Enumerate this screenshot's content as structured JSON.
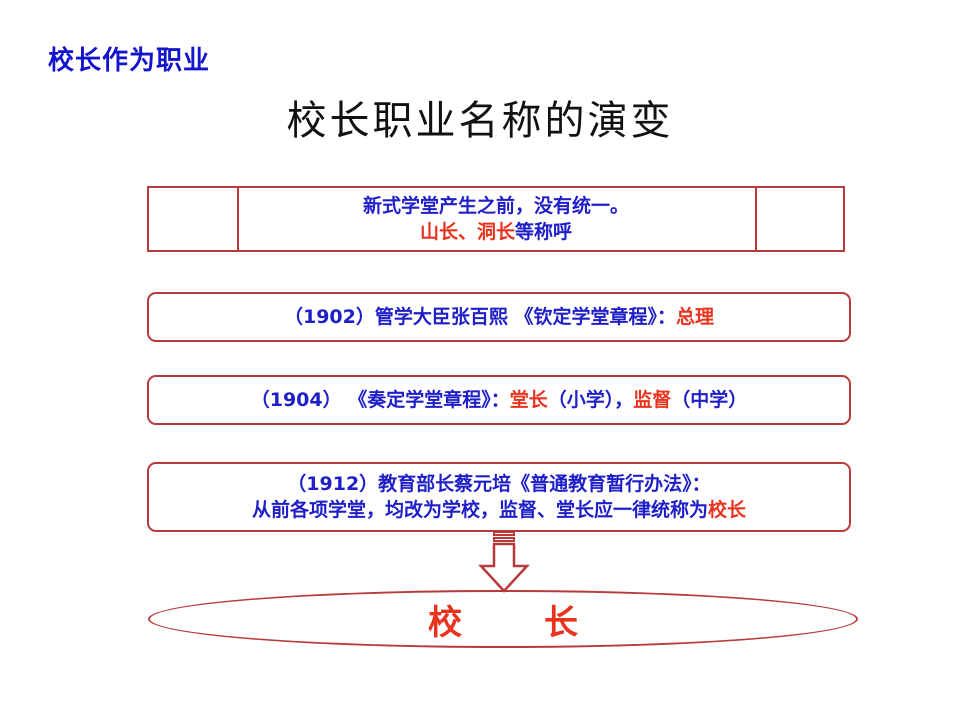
{
  "corner_title": "校长作为职业",
  "main_title": "校长职业名称的演变",
  "box1": {
    "line1": "新式学堂产生之前，没有统一。",
    "line2_red": "山长、洞长",
    "line2_blue": "等称呼"
  },
  "box2": {
    "blue": "（1902）管学大臣张百熙 《钦定学堂章程》：",
    "red": "总理"
  },
  "box3": {
    "blue1": "（1904） 《奏定学堂章程》：",
    "red1": "堂长",
    "blue2": "（小学），",
    "red2": "监督",
    "blue3": "（中学）"
  },
  "box4": {
    "line1": "（1912）教育部长蔡元培《普通教育暂行办法》：",
    "line2_blue": "从前各项学堂，均改为学校，监督、堂长应一律统称为",
    "line2_red": "校长"
  },
  "result": {
    "char1": "校",
    "char2": "长"
  },
  "colors": {
    "blue": "#1f1fc8",
    "red": "#e8341e",
    "border": "#b83a3a"
  }
}
